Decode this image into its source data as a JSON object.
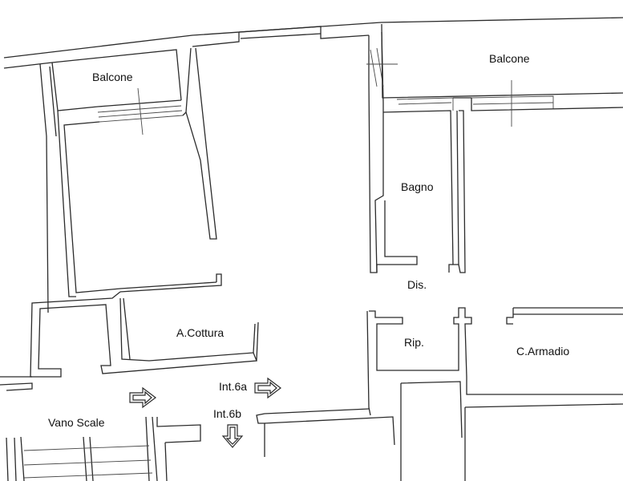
{
  "rooms": {
    "balcone_left": "Balcone",
    "balcone_right": "Balcone",
    "bagno": "Bagno",
    "dis": "Dis.",
    "a_cottura": "A.Cottura",
    "rip": "Rip.",
    "c_armadio": "C.Armadio",
    "vano_scale": "Vano Scale"
  },
  "entrances": {
    "int_6a": "Int.6a",
    "int_6b": "Int.6b"
  }
}
